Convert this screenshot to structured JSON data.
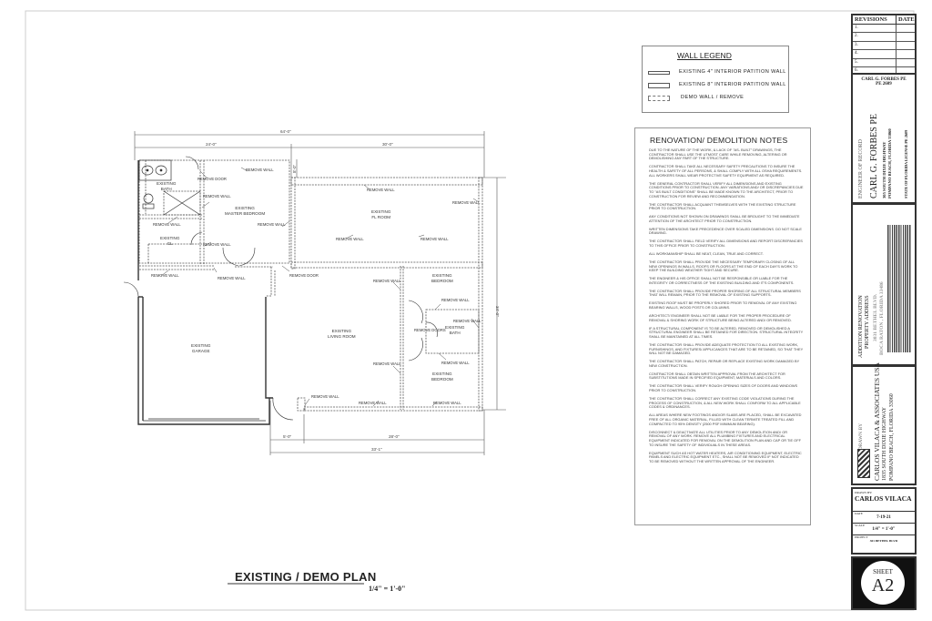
{
  "plan": {
    "title": "EXISTING / DEMO PLAN",
    "scale": "1/4\" = 1'-0\"",
    "dimensions": {
      "overall_width": "64'-0\"",
      "left_width": "24'-0\"",
      "right_width": "30'-0\"",
      "offset": "8'-0\"",
      "right_depth": "34'-0\"",
      "bottom_small": "5'-0\"",
      "bottom_large": "28'-0\"",
      "bottom_total": "33'-1\""
    },
    "rooms": {
      "bath": "EXISTING\nBATH",
      "master": "EXISTING\nMASTER BEDROOM",
      "closet": "EXISTING\nCL",
      "fl_room": "EXISTING\nFL ROOM",
      "living": "EXISTING\nLIVING ROOM",
      "garage": "EXISTING\nGARAGE",
      "bedroom1": "EXISTING\nBEDROOM",
      "bath2": "EXISTING\nBATH",
      "bedroom2": "EXISTING\nBEDROOM"
    },
    "remove_wall": "REMOVE WALL",
    "remove_door": "REMOVE DOOR",
    "remove_doors": "REMOVE DOORS"
  },
  "legend": {
    "title": "WALL LEGEND",
    "items": [
      "EXISTING 4\" INTERIOR PATITION WALL",
      "EXISTING 8\" INTERIOR PATITION WALL",
      "DEMO WALL / REMOVE"
    ]
  },
  "notes": {
    "title": "RENOVATION/ DEMOLITION NOTES",
    "items": [
      "DUE TO THE NATURE OF THE WORK, & LACK OF \"AS- BUILT\" DRAWINGS, THE CONTRACTOR SHALL USE THE UTMOST CARE WHILE REMOVING, ALTERING OR DEMOLISHING ANY PART OF THE STRUCTURE.",
      "CONTRACTOR SHALL TAKE ALL NECESSARY SAFETY PRECAUTIONS TO INSURE THE HEALTH & SAFETY OF ALL PERSONS, & SHALL COMPLY WITH ALL OSHA REQUIREMENTS. ALL WORKERS SHALL WEAR PROTECTIVE SAFETY EQUIPMENT AS REQUIRED.",
      "THE GENERAL CONTRACTOR SHALL VERIFY ALL DIMENSIONS AND EXISTING CONDITIONS PRIOR TO CONSTRUCTION. ANY VARIATIONS AND/ OR DISCREPANCIES DUE TO \"AS BUILT CONDITIONS\" SHALL BE MADE KNOWN TO THE ARCHITECT, PRIOR TO CONSTRUCTION FOR REVIEW AND RECOMMENDATION.",
      "THE CONTRACTOR SHALL ACQUAINT THEMSELVES WITH THE EXISTING STRUCTURE PRIOR TO CONSTRUCTION.",
      "ANY CONDITIONS NOT SHOWN ON DRAWINGS SHALL BE BROUGHT TO THE IMMEDIATE ATTENTION OF THE ARCHITECT PRIOR TO CONSTRUCTION.",
      "WRITTEN DIMENSIONS TAKE PRECEDENCE OVER SCALED DIMENSIONS. DO NOT SCALE DRAWING.",
      "THE CONTRACTOR SHALL FIELD VERIFY ALL DIMENSIONS AND REPORT DISCREPANCIES TO THIS OFFICE PRIOR TO CONSTRUCTION.",
      "ALL WORKMANSHIP SHALL BE NEAT, CLEAN, TRUE AND CORRECT.",
      "THE CONTRACTOR SHALL PROVIDE THE NECESSARY TEMPORARY CLOSING OF ALL NEW OPENINGS IN WALLS, ROOFS OR FLOORS AT THE END OF EACH DAY'S WORK TO KEEP THE BUILDING WEATHER TIGHT AND SECURE.",
      "THE ENGINEER & HIS OFFICE SHALL NOT BE RESPONSIBLE OR LIABLE FOR THE INTEGRITY OR CORRECTNESS OF THE EXISTING BUILDING AND IT'S COMPONENTS.",
      "THE CONTRACTOR SHALL PROVIDE PROPER SHORING OF ALL STRUCTURAL MEMBERS THAT WILL REMAIN, PRIOR TO THE REMOVAL OF EXISTING SUPPORTS.",
      "EXISTING ROOF MUST BE PROPERLY SHORED PRIOR TO REMOVAL OF ANY EXISTING BEARING WALLS, WOOD POSTS OR COLUMNS.",
      "ARCHITECT/ ENGINEER SHALL NOT BE LIABLE FOR THE PROPER PROCEDURE OF REMOVAL & SHORING WORK OF STRUCTURE BEING ALTERED AND/ OR REMOVED.",
      "IF A STRUCTURAL COMPONENT IS TO BE ALTERED, REMOVED OR DEMOLISHED A STRUCTURAL ENGINEER SHALL BE RETAINED FOR DIRECTION. STRUCTURAL INTEGRITY SHALL BE MAINTAINED AT ALL TIMES.",
      "THE CONTRACTOR SHALL PROVIDE ADEQUATE PROTECTION TO ALL EXISTING WORK, FURNISHINGS, AND FIXTURES/ APPLICANCES THAT ARE TO BE RETAINED, SO THAT THEY WILL NOT BE DAMAGED.",
      "THE CONTRACTOR SHALL PATCH, REPAIR OR REPLACE EXISTING WORK DAMAGED BY NEW CONSTRUCTION.",
      "CONTRACTOR SHALL OBTAIN WRITTEN APPROVAL FROM THE ARCHITECT FOR SUBSTITUTIONS MADE IN SPECIFIED EQUIPMENT, MATERIALS AND COLORS.",
      "THE CONTRACTOR SHALL VERIFY ROUGH OPENING SIZES OF DOORS AND WINDOWS PRIOR TO CONSTRUCTION.",
      "THE CONTRACTOR SHALL CORRECT ANY EXISTING CODE VIOLATIONS DURING THE PROCESS OF CONSTRUCTION, & ALL NEW WORK SHALL CONFORM TO ALL APPLICABLE CODES & ORDINANCES.",
      "ALL AREAS WHERE NEW FOOTINGS AND/OR SLABS ARE PLACED, SHALL BE EXCAVATED FREE OF ALL ORGANIC MATERIAL, FILLED WITH CLEAN TERMITE TREATED FILL AND COMPACTED TO 95% DENSITY (2500 PSF MINIMUM BEARING).",
      "DISCONNECT & DEACTIVATE ALL UTILITIES PRIOR TO ANY DEMOLITION AND/ OR REMOVAL OF ANY WORK. REMOVE ALL PLUMBING FIXTURES AND ELECTRICAL EQUIPMENT INDICATED FOR REMOVAL ON THE DEMOLITION PLAN AND CAP OR TIE OFF TO INSURE THE SAFETY OF INDIVIDUALS IN THESE AREAS.",
      "EQUIPMENT SUCH AS HOT WATER HEATERS, AIR CONDITIONING EQUIPMENT, ELECTRIC PANELS AND ELECTRIC EQUIPMENT ETC., SHALL NOT BE REMOVED IF NOT INDICATED TO BE REMOVED WITHOUT THE WRITTEN APPROVAL OF THE ENGINEER."
    ]
  },
  "title_block": {
    "revisions_header": "REVISIONS",
    "date_header": "DATE",
    "revision_rows": [
      "1.",
      "2.",
      "3.",
      "4.",
      "5.",
      "6."
    ],
    "engineer_stamp": "CARL G. FORBES PE",
    "engineer_stamp_no": "PE 2609",
    "engineer_label": "ENGINEER OF RECORD",
    "engineer_name": "CARL G. FORBES PE",
    "engineer_addr1": "305 SOUTH DIXIE HIGHWAY",
    "engineer_addr2": "POMPANO BEACH, FLORIDA 33060",
    "engineer_license": "STATE OF FLORIDA LICENSE PE 2609",
    "project_title": "ADDITION RENOVATION",
    "project_label": "PROPERTY ADDRESS",
    "project_addr1": "3031 BETHEL BLVD.",
    "project_addr2": "BOCA RATON , FLORIDA 33486",
    "plans_by_label": "PLANS DRAWN BY",
    "firm_name": "CARLOS VILACA & ASSOCIATES USA",
    "firm_addr1": "1835 SOUTH DIXIE HIGHWAY",
    "firm_addr2": "POMPANO BEACH, FLORIDA 33060",
    "drawn_by_label": "DRAWN BY:",
    "drawn_by": "CARLOS VILACA",
    "date_label": "DATE",
    "date": "7-19-21",
    "scale_label": "SCALE",
    "scale": "1/4\" = 1'-0\"",
    "project_field_label": "PROJECT",
    "project_field": "301 BETHEL BLVD",
    "sheet_label": "SHEET",
    "sheet_number": "A2"
  },
  "colors": {
    "line": "#333333",
    "demo": "#555555",
    "sheet_bg": "#111111"
  }
}
